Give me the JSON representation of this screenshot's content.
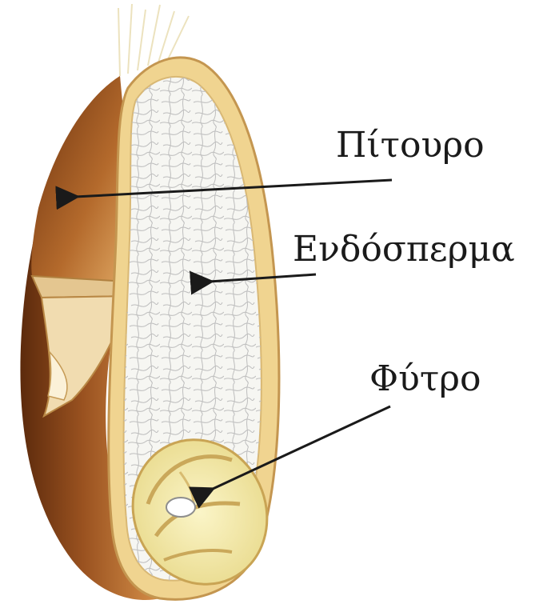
{
  "diagram": {
    "labels": {
      "bran": "Πίτουρο",
      "endosperm": "Ενδόσπερμα",
      "germ": "Φύτρο"
    },
    "colors": {
      "bran_dark": "#7a3e14",
      "bran_mid": "#b86a2a",
      "bran_light": "#d99a55",
      "seed_coat": "#f2d89a",
      "seed_coat_edge": "#c99a4a",
      "endosperm": "#f4f4f0",
      "endosperm_texture": "#b9b9b9",
      "germ": "#efe6a6",
      "arrow": "#1a1a1a"
    }
  }
}
